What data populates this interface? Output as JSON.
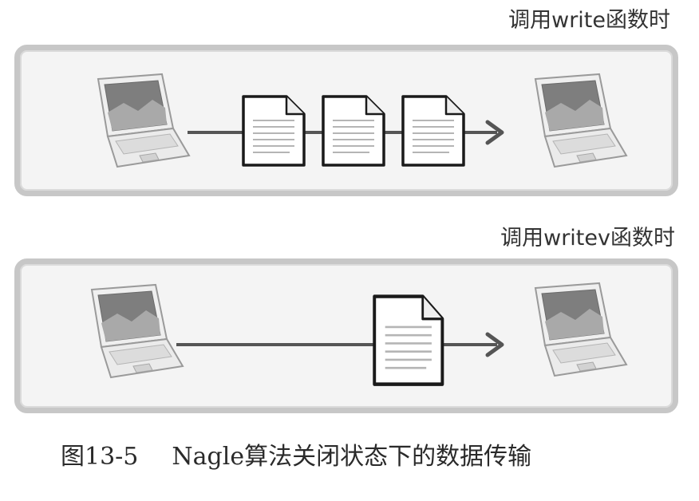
{
  "panels": [
    {
      "label": "调用write函数时",
      "document_count": 3
    },
    {
      "label": "调用writev函数时",
      "document_count": 1
    }
  ],
  "caption": {
    "figure_number": "图13-5",
    "text": "Nagle算法关闭状态下的数据传输"
  },
  "icons": {
    "sender": "laptop-icon",
    "receiver": "laptop-icon",
    "packet": "document-icon",
    "direction": "arrow-right-icon"
  },
  "colors": {
    "panel_border": "#c7c7c7",
    "panel_fill": "#f4f4f4",
    "line": "#555555",
    "document_outline": "#1a1a1a"
  }
}
